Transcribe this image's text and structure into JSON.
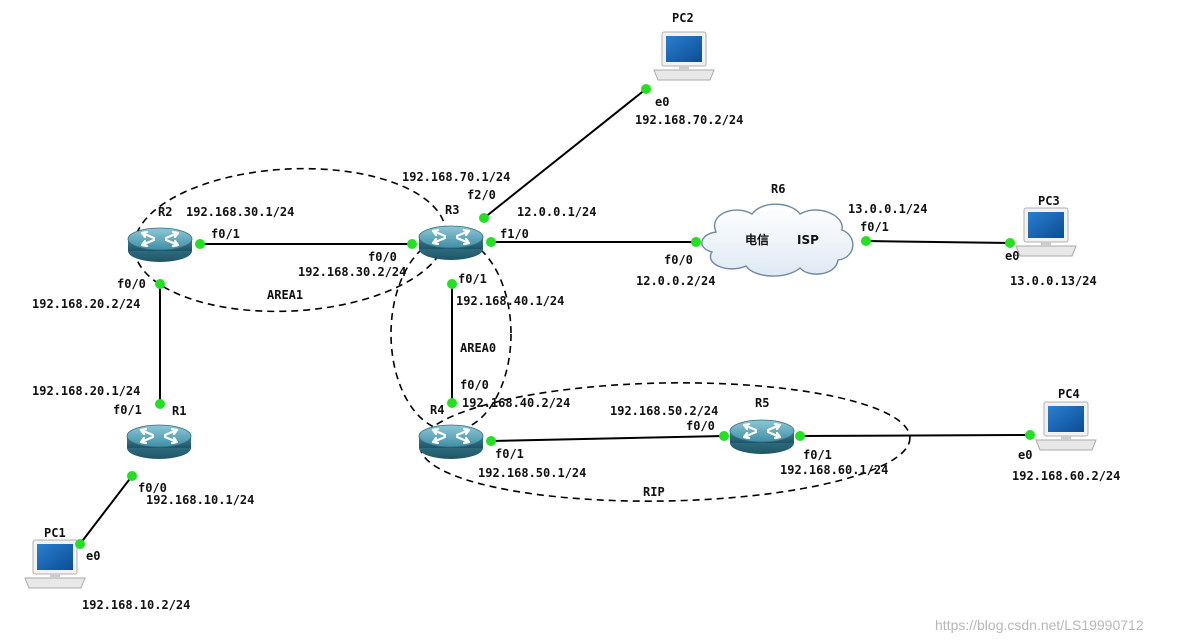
{
  "devices": {
    "R1": "R1",
    "R2": "R2",
    "R3": "R3",
    "R4": "R4",
    "R5": "R5",
    "R6": "R6",
    "PC1": "PC1",
    "PC2": "PC2",
    "PC3": "PC3",
    "PC4": "PC4"
  },
  "cloud": {
    "left_text": "电信",
    "right_text": "ISP"
  },
  "areas": {
    "area1": "AREA1",
    "area0": "AREA0",
    "rip": "RIP"
  },
  "labels": {
    "r2_ip30": "192.168.30.1/24",
    "r2_f01": "f0/1",
    "r2_f00": "f0/0",
    "r2_ip20": "192.168.20.2/24",
    "r1_ip20": "192.168.20.1/24",
    "r1_f01": "f0/1",
    "r1_f00": "f0/0",
    "r1_ip10": "192.168.10.1/24",
    "pc1_e0": "e0",
    "pc1_ip": "192.168.10.2/24",
    "r3_ip70": "192.168.70.1/24",
    "r3_f20": "f2/0",
    "r3_ip12": "12.0.0.1/24",
    "r3_f10": "f1/0",
    "r3_f00": "f0/0",
    "r3_ip30": "192.168.30.2/24",
    "r3_f01": "f0/1",
    "r3_ip40": "192.168.40.1/24",
    "pc2_e0": "e0",
    "pc2_ip": "192.168.70.2/24",
    "r6_f00": "f0/0",
    "r6_ip12": "12.0.0.2/24",
    "r6_ip13": "13.0.0.1/24",
    "r6_f01": "f0/1",
    "pc3_e0": "e0",
    "pc3_ip": "13.0.0.13/24",
    "r4_f00": "f0/0",
    "r4_ip40": "192.168.40.2/24",
    "r4_f01": "f0/1",
    "r4_ip50": "192.168.50.1/24",
    "r5_ip50": "192.168.50.2/24",
    "r5_f00": "f0/0",
    "r5_f01": "f0/1",
    "r5_ip60": "192.168.60.1/24",
    "pc4_e0": "e0",
    "pc4_ip": "192.168.60.2/24"
  },
  "watermark": "https://blog.csdn.net/LS19990712"
}
